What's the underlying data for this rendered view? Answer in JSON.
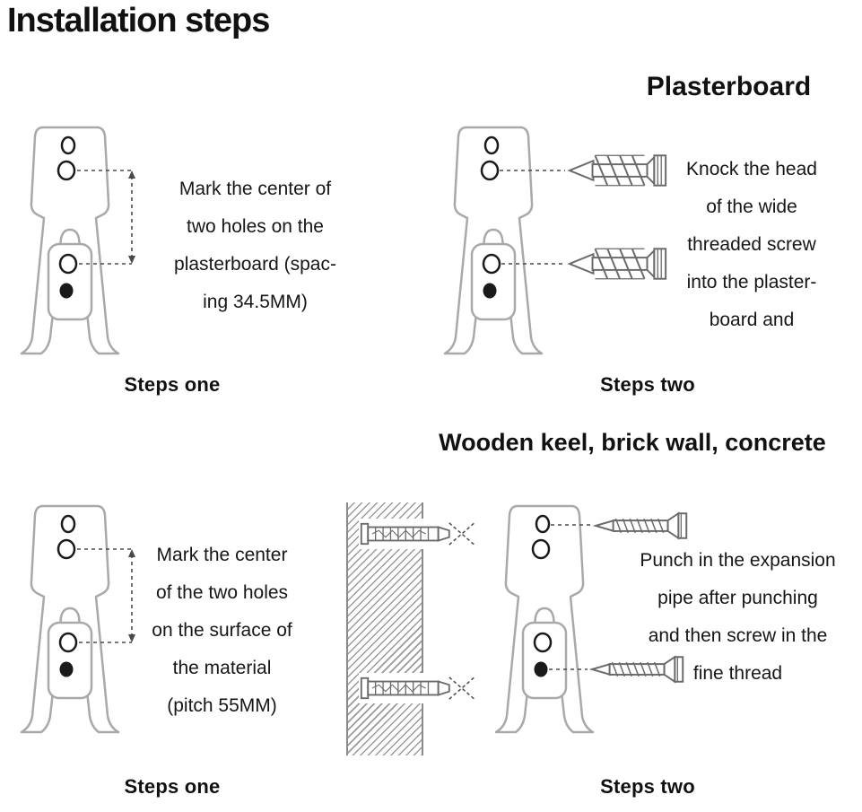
{
  "title": "Installation steps",
  "colors": {
    "line_art": "#a9a9a9",
    "hole_dark": "#1a1a1a",
    "text": "#111111"
  },
  "sections": {
    "plasterboard": {
      "heading": "Plasterboard",
      "step_one": {
        "description": "Mark the center of\ntwo holes on the\nplasterboard (spac-\ning 34.5MM)",
        "caption": "Steps one"
      },
      "step_two": {
        "description": "Knock the head\nof the wide\nthreaded screw\ninto the plaster-\nboard and",
        "caption": "Steps two"
      }
    },
    "wooden_keel": {
      "heading": "Wooden keel, brick wall, concrete",
      "step_one": {
        "description": "Mark the center\nof the two holes\non the surface of\nthe material\n(pitch 55MM)",
        "caption": "Steps one"
      },
      "step_two": {
        "description": "Punch in the expansion\npipe after punching\nand then screw in the\nfine thread",
        "caption": "Steps two"
      }
    }
  }
}
